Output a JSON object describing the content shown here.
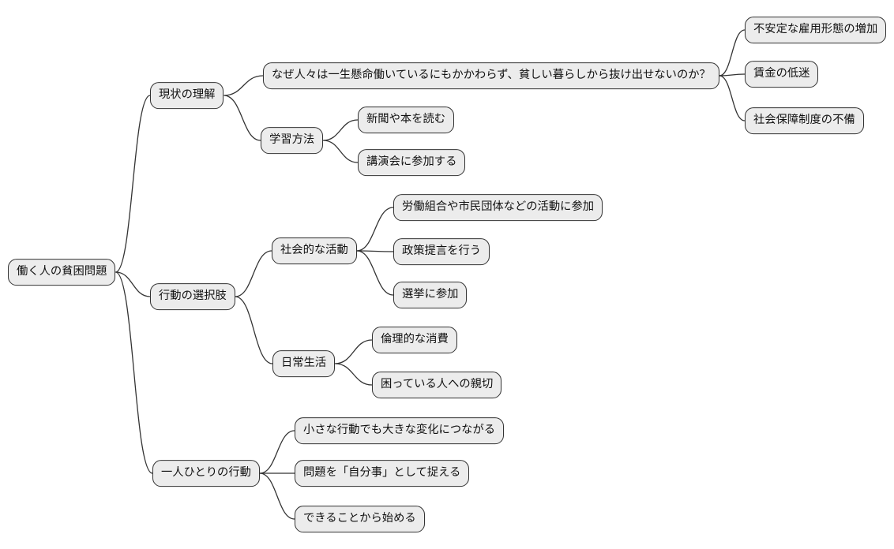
{
  "diagram": {
    "type": "mindmap",
    "orientation": "left-to-right"
  },
  "style": {
    "background": "#ffffff",
    "node_fill": "#ececec",
    "node_border": "#333333",
    "edge_color": "#333333",
    "text_color": "#111111"
  },
  "tree": {
    "label": "働く人の貧困問題",
    "children": [
      {
        "label": "現状の理解",
        "children": [
          {
            "label": "なぜ人々は一生懸命働いているにもかかわらず、貧しい暮らしから抜け出せないのか？",
            "children": [
              {
                "label": "不安定な雇用形態の増加"
              },
              {
                "label": "賃金の低迷"
              },
              {
                "label": "社会保障制度の不備"
              }
            ]
          },
          {
            "label": "学習方法",
            "children": [
              {
                "label": "新聞や本を読む"
              },
              {
                "label": "講演会に参加する"
              }
            ]
          }
        ]
      },
      {
        "label": "行動の選択肢",
        "children": [
          {
            "label": "社会的な活動",
            "children": [
              {
                "label": "労働組合や市民団体などの活動に参加"
              },
              {
                "label": "政策提言を行う"
              },
              {
                "label": "選挙に参加"
              }
            ]
          },
          {
            "label": "日常生活",
            "children": [
              {
                "label": "倫理的な消費"
              },
              {
                "label": "困っている人への親切"
              }
            ]
          }
        ]
      },
      {
        "label": "一人ひとりの行動",
        "children": [
          {
            "label": "小さな行動でも大きな変化につながる"
          },
          {
            "label": "問題を「自分事」として捉える"
          },
          {
            "label": "できることから始める"
          }
        ]
      }
    ]
  }
}
